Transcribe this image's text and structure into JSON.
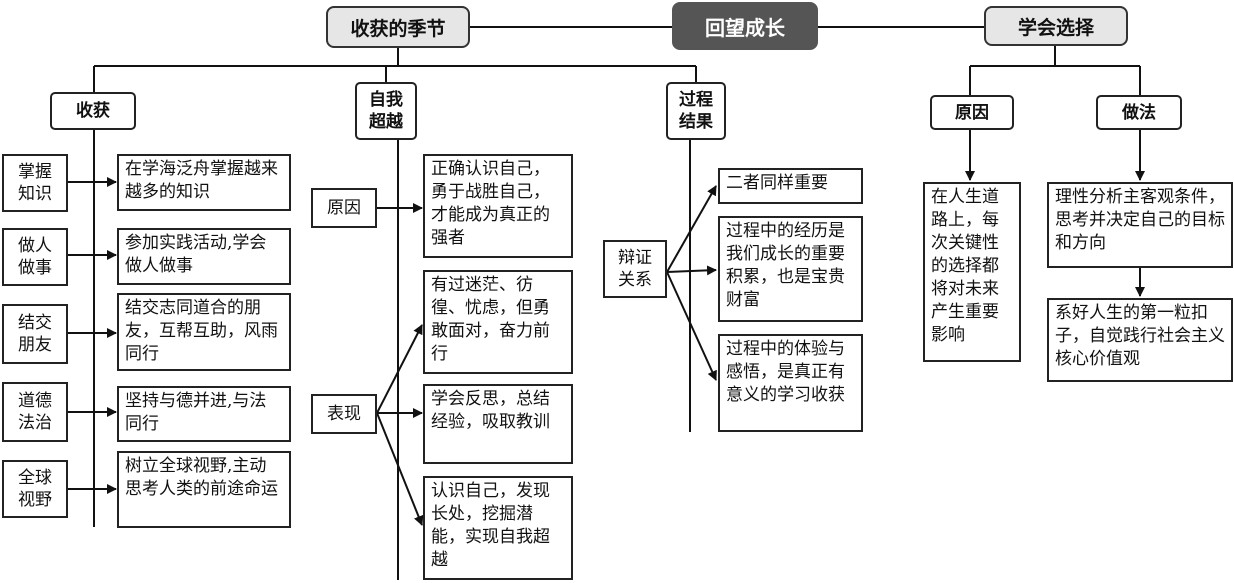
{
  "header": {
    "root": "回望成长",
    "left": "收获的季节",
    "right": "学会选择"
  },
  "harvest": {
    "title": "收获",
    "items": [
      {
        "label": "掌握知识",
        "text": "在学海泛舟掌握越来越多的知识"
      },
      {
        "label": "做人做事",
        "text": "参加实践活动,学会做人做事"
      },
      {
        "label": "结交朋友",
        "text": "结交志同道合的朋友，互帮互助，风雨同行"
      },
      {
        "label": "道德法治",
        "text": "坚持与德并进,与法同行"
      },
      {
        "label": "全球视野",
        "text": "树立全球视野,主动思考人类的前途命运"
      }
    ]
  },
  "surpass": {
    "title": "自我超越",
    "reason_label": "原因",
    "reason_text": "正确认识自己，勇于战胜自己，才能成为真正的强者",
    "show_label": "表现",
    "shows": [
      "有过迷茫、彷徨、忧虑，但勇敢面对，奋力前行",
      "学会反思，总结经验，吸取教训",
      "认识自己，发现长处，挖掘潜能，实现自我超越"
    ]
  },
  "process": {
    "title": "过程结果",
    "relation_label": "辩证关系",
    "items": [
      "二者同样重要",
      "过程中的经历是我们成长的重要积累，也是宝贵财富",
      "过程中的体验与感悟，是真正有意义的学习收获"
    ]
  },
  "choice": {
    "reason_title": "原因",
    "reason_text": "在人生道路上，每次关键性的选择都将对未来产生重要影响",
    "method_title": "做法",
    "methods": [
      "理性分析主客观条件，思考并决定自己的目标和方向",
      "系好人生的第一粒扣子，自觉践行社会主义核心价值观"
    ]
  }
}
